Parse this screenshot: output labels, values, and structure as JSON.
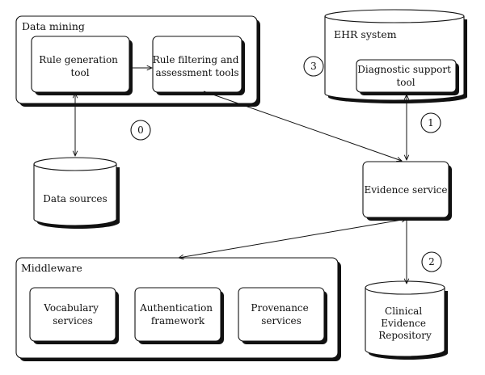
{
  "groups": {
    "data_mining": "Data mining",
    "ehr_system": "EHR system",
    "middleware": "Middleware"
  },
  "components": {
    "rule_generation": [
      "Rule generation",
      "tool"
    ],
    "rule_filtering": [
      "Rule filtering and",
      "assessment tools"
    ],
    "diagnostic_support": [
      "Diagnostic support",
      "tool"
    ],
    "data_sources": [
      "Data sources"
    ],
    "evidence_service": [
      "Evidence service"
    ],
    "vocabulary_services": [
      "Vocabulary",
      "services"
    ],
    "authentication_framework": [
      "Authentication",
      "framework"
    ],
    "provenance_services": [
      "Provenance",
      "services"
    ],
    "clinical_evidence_repository": [
      "Clinical",
      "Evidence",
      "Repository"
    ]
  },
  "step_numbers": {
    "step0": "0",
    "step1": "1",
    "step2": "2",
    "step3": "3"
  },
  "colors": {
    "stroke": "#111111",
    "fill": "#ffffff"
  }
}
